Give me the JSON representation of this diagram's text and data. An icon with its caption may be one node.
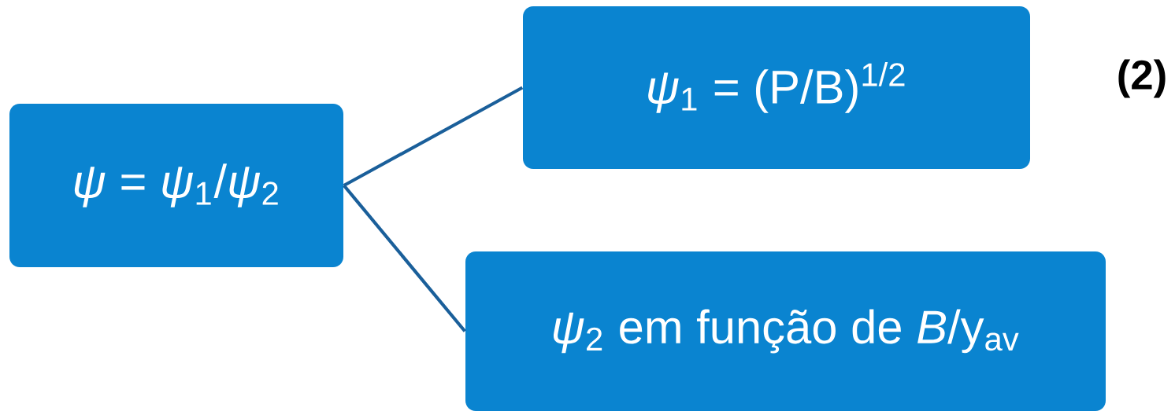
{
  "diagram": {
    "nodes": [
      {
        "text": [
          "*ψ* = *ψ*$_{1}$/*ψ*$_{2}$"
        ]
      },
      {
        "text": [
          "*ψ*$_{1}$ = (P/B)$^{1/2}$"
        ]
      },
      {
        "text": [
          "*ψ*$_{2}$ em função de *B*/y$_{av}$"
        ]
      }
    ],
    "edges": [
      {
        "from": 0,
        "to": 1,
        "arrow": "none"
      },
      {
        "from": 0,
        "to": 2,
        "arrow": "none"
      }
    ],
    "labels": [
      "(2)"
    ]
  }
}
